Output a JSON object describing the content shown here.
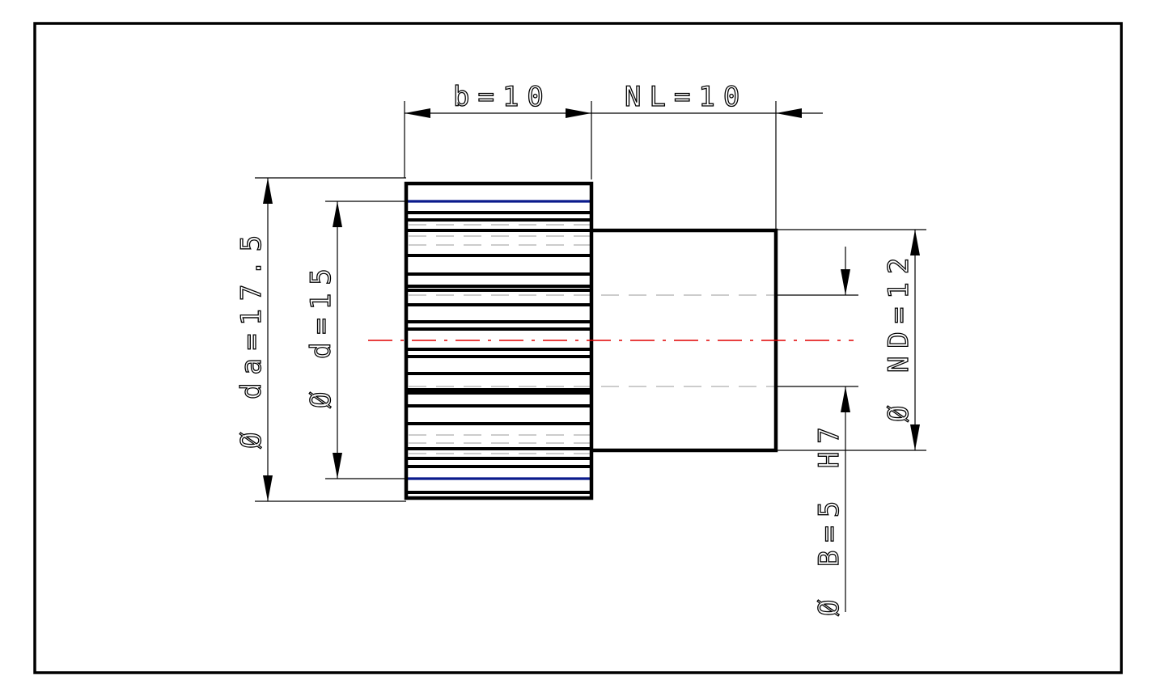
{
  "drawing": {
    "title": "Spur gear with hub – dimensioned drawing",
    "colors": {
      "outline": "#000000",
      "pitch_line": "#0a1a8c",
      "center_line": "#e00000",
      "hidden_line": "#bbbbbb"
    },
    "dimensions": {
      "face_width": "b=10",
      "hub_length": "NL=10",
      "tip_diameter": "Ø da=17.5",
      "pitch_diameter": "Ø d=15",
      "hub_diameter": "Ø ND=12",
      "bore": "Ø B=5 H7"
    }
  }
}
